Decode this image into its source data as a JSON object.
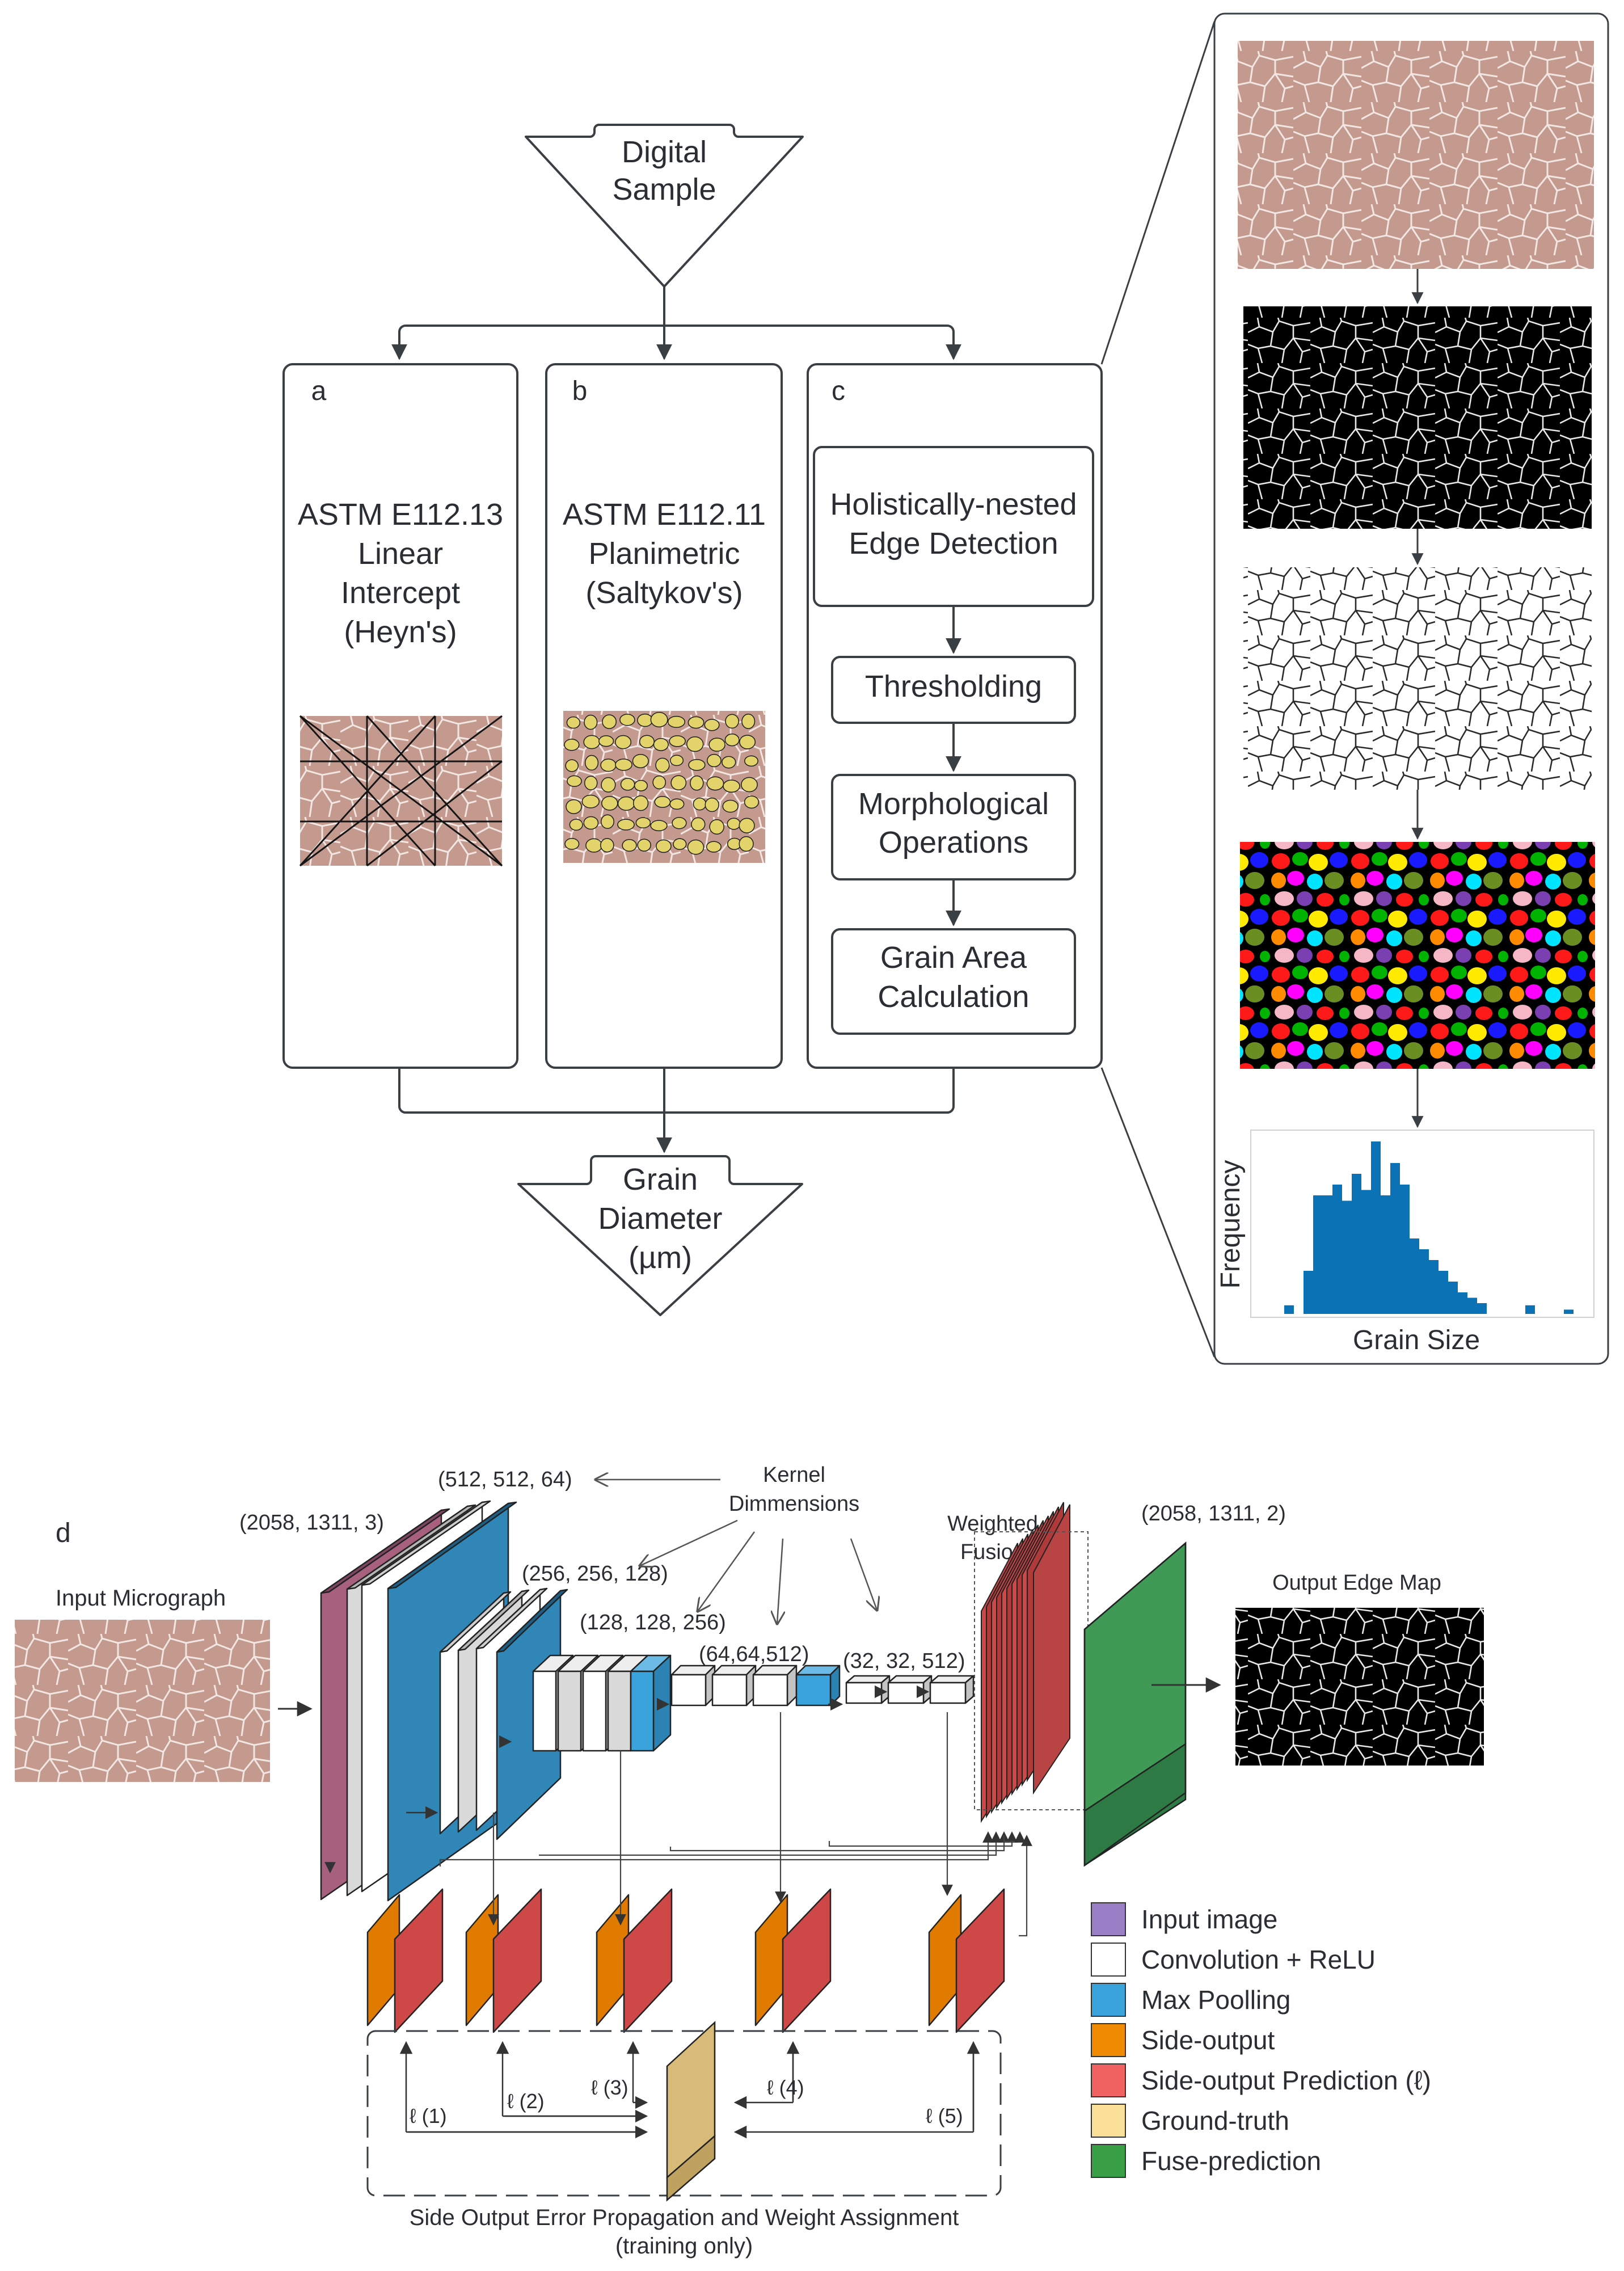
{
  "flowchart": {
    "start": {
      "line1": "Digital",
      "line2": "Sample"
    },
    "end": {
      "line1": "Grain",
      "line2": "Diameter",
      "line3": "(µm)"
    },
    "panel_a": {
      "letter": "a",
      "lines": [
        "ASTM E112.13",
        "Linear",
        "Intercept",
        "(Heyn's)"
      ]
    },
    "panel_b": {
      "letter": "b",
      "lines": [
        "ASTM E112.11",
        "Planimetric",
        "(Saltykov's)"
      ]
    },
    "panel_c": {
      "letter": "c",
      "steps": {
        "hed": [
          "Holistically-nested",
          "Edge Detection"
        ],
        "threshold": [
          "Thresholding"
        ],
        "morph": [
          "Morphological",
          "Operations"
        ],
        "area": [
          "Grain Area",
          "Calculation"
        ]
      }
    }
  },
  "pipeline": {
    "histogram": {
      "ylabel": "Frequency",
      "xlabel": "Grain Size"
    }
  },
  "network": {
    "letter": "d",
    "input_label": "Input Micrograph",
    "output_label": "Output Edge Map",
    "kernel_label": [
      "Kernel",
      "Dimmensions"
    ],
    "weighted_fusion": [
      "Weighted",
      "Fusion"
    ],
    "dims": {
      "input": "(2058, 1311, 3)",
      "s1": "(512, 512, 64)",
      "s2": "(256, 256, 128)",
      "s3": "(128, 128, 256)",
      "s4": "(64,64,512)",
      "s5": "(32, 32, 512)",
      "output": "(2058, 1311, 2)"
    },
    "losses": [
      "ℓ (1)",
      "ℓ (2)",
      "ℓ (3)",
      "ℓ (4)",
      "ℓ (5)"
    ],
    "caption": [
      "Side Output Error Propagation and Weight Assignment",
      "(training only)"
    ]
  },
  "legend": {
    "items": [
      {
        "label": "Input image",
        "color": "#9b7fc6"
      },
      {
        "label": "Convolution + ReLU",
        "color": "#ffffff"
      },
      {
        "label": "Max Poolling",
        "color": "#3aa3dc"
      },
      {
        "label": "Side-output",
        "color": "#f08a00"
      },
      {
        "label": "Side-output Prediction (ℓ)",
        "color": "#f06262"
      },
      {
        "label": "Ground-truth",
        "color": "#fbe09a"
      },
      {
        "label": "Fuse-prediction",
        "color": "#3aa048"
      }
    ]
  },
  "colors": {
    "line": "#3a3f44",
    "micrograph": "#c49a8f",
    "edge_black": "#000000",
    "conv_blue": "#2f86b7",
    "input_purple": "#a8607f",
    "side_orange": "#e07b00",
    "pred_red": "#cf4848",
    "gt_tan": "#d8bb78",
    "fuse_green": "#3f9a55",
    "hist_blue": "#0a72b5"
  }
}
